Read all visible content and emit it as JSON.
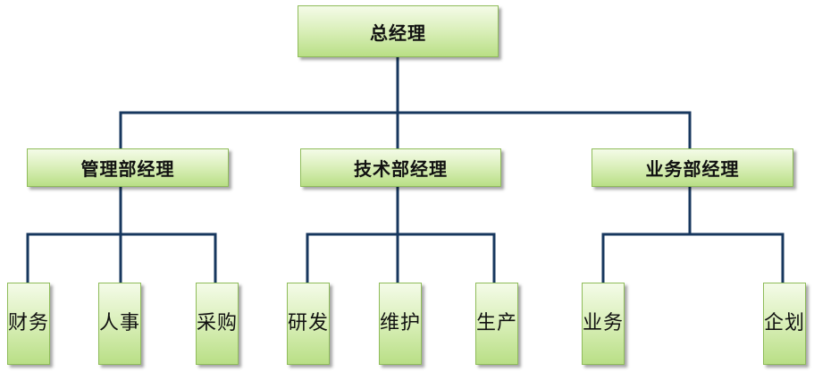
{
  "org_chart": {
    "line_color": "#17375e",
    "fill_top": "#f4fbe8",
    "fill_bottom": "#b9df86",
    "border_color": "#8fbc5a",
    "root": {
      "label": "总经理",
      "children": [
        {
          "label": "管理部经理",
          "children": [
            {
              "label": "财务"
            },
            {
              "label": "人事"
            },
            {
              "label": "采购"
            }
          ]
        },
        {
          "label": "技术部经理",
          "children": [
            {
              "label": "研发"
            },
            {
              "label": "维护"
            },
            {
              "label": "生产"
            }
          ]
        },
        {
          "label": "业务部经理",
          "children": [
            {
              "label": "业务"
            },
            {
              "label": "企划"
            }
          ]
        }
      ]
    }
  }
}
